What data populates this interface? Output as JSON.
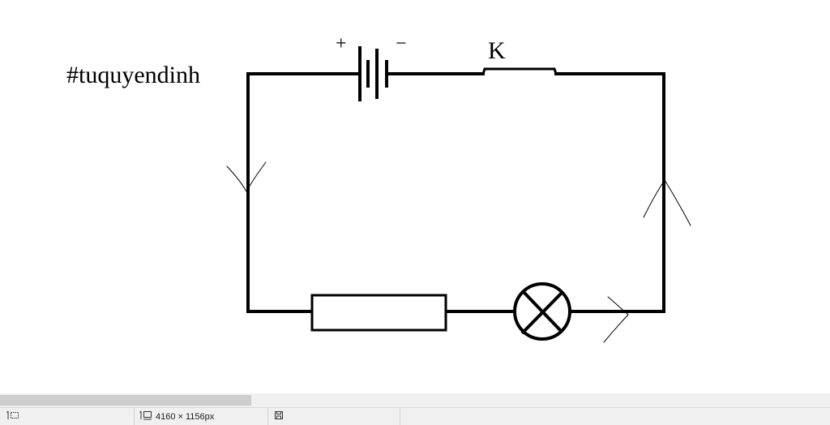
{
  "diagram": {
    "hashtag": "#tuquyendinh",
    "battery_plus": "+",
    "battery_minus": "−",
    "switch_label": "K"
  },
  "statusbar": {
    "image_size": "4160 × 1156px",
    "icons": [
      "cursor-position-icon",
      "selection-size-icon",
      "save-icon"
    ]
  },
  "colors": {
    "ink": "#000000",
    "status_bg": "#f0f0f0",
    "scroll_thumb": "#cdcdcd"
  }
}
